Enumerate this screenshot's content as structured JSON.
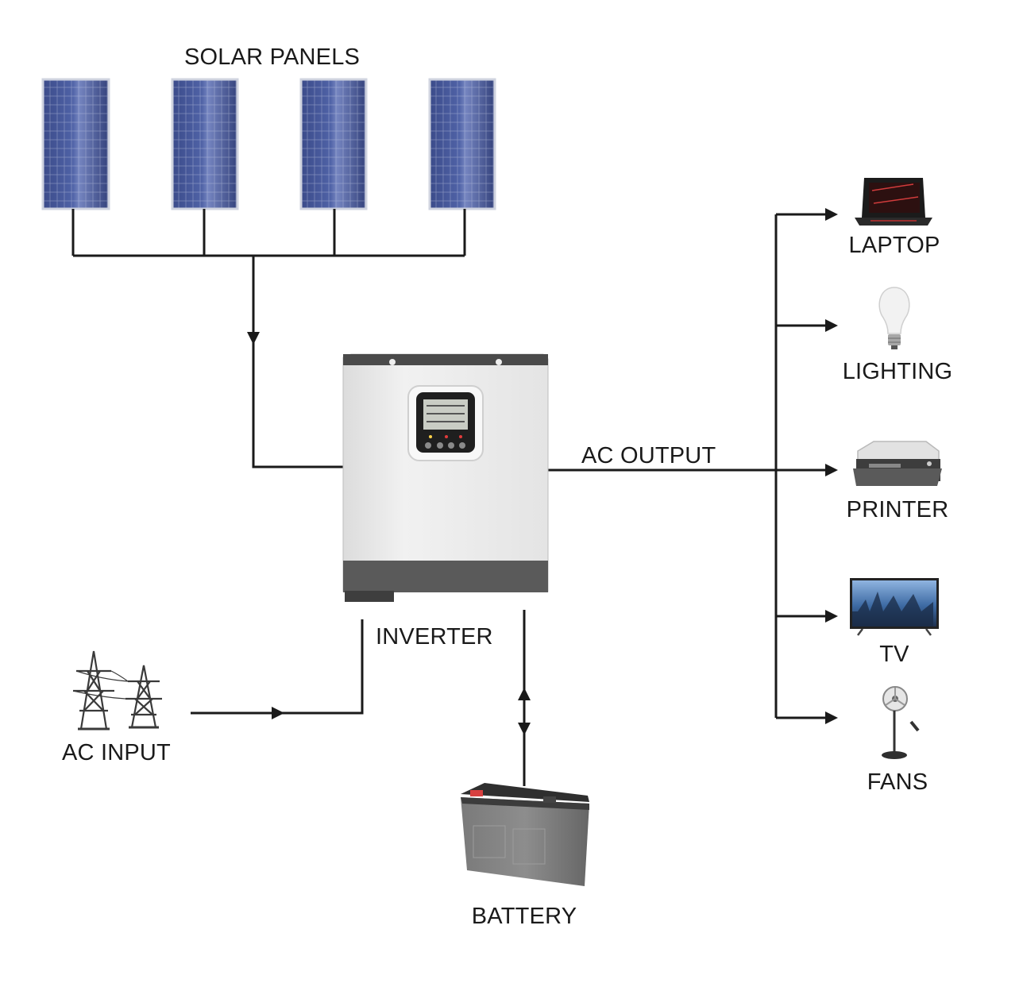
{
  "labels": {
    "solar_panels": "SOLAR PANELS",
    "inverter": "INVERTER",
    "ac_output": "AC OUTPUT",
    "ac_input": "AC INPUT",
    "battery": "BATTERY"
  },
  "loads": [
    {
      "label": "LAPTOP",
      "icon": "laptop-icon"
    },
    {
      "label": "LIGHTING",
      "icon": "light-bulb-icon"
    },
    {
      "label": "PRINTER",
      "icon": "printer-icon"
    },
    {
      "label": "TV",
      "icon": "tv-icon"
    },
    {
      "label": "FANS",
      "icon": "fan-icon"
    }
  ],
  "colors": {
    "line": "#1a1a1a",
    "panel_blue": "#3a4a86",
    "inverter_body": "#e9e9e9",
    "inverter_dark": "#5a5a5a",
    "battery_body": "#6e6e6e"
  }
}
